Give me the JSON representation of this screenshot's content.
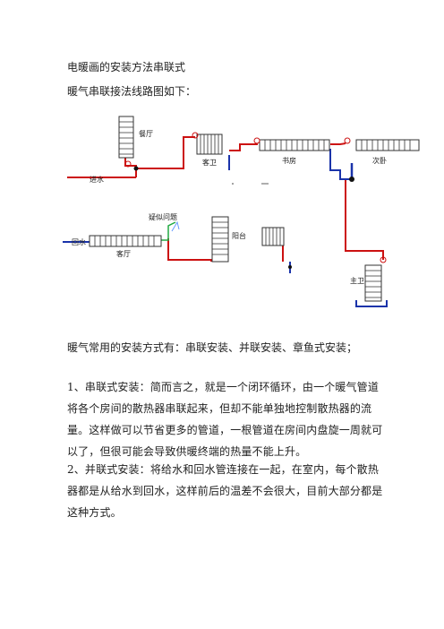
{
  "document": {
    "title": "电暖画的安装方法串联式",
    "subtitle": "暖气串联接法线路图如下：",
    "intro": "暖气常用的安装方式有：串联安装、并联安装、章鱼式安装；",
    "para1": "1、串联式安装：简而言之，就是一个闭环循环，由一个暖气管道将各个房间的散热器串联起来，但却不能单独地控制散热器的流量。这样做可以节省更多的管道，一根管道在房间内盘旋一周就可以了，但很可能会导致供暖终端的热量不能上升。",
    "para2": "2、并联式安装：将给水和回水管连接在一起，在室内，每个散热器都是从给水到回水，这样前后的温差不会很大，目前大部分都是这种方式。"
  },
  "diagram": {
    "labels": {
      "dining": "餐厅",
      "guest_bath": "客卫",
      "study": "书房",
      "bedroom": "次卧",
      "supply": "进水",
      "suspected_issue": "疑似问题",
      "return": "回水",
      "living": "客厅",
      "balcony": "阳台",
      "master_bath": "主卫"
    },
    "colors": {
      "supply_pipe": "#cc1111",
      "return_pipe": "#1a33aa",
      "issue_pipe": "#22aa44",
      "radiator": "#333333",
      "valve": "#cc1111"
    }
  }
}
